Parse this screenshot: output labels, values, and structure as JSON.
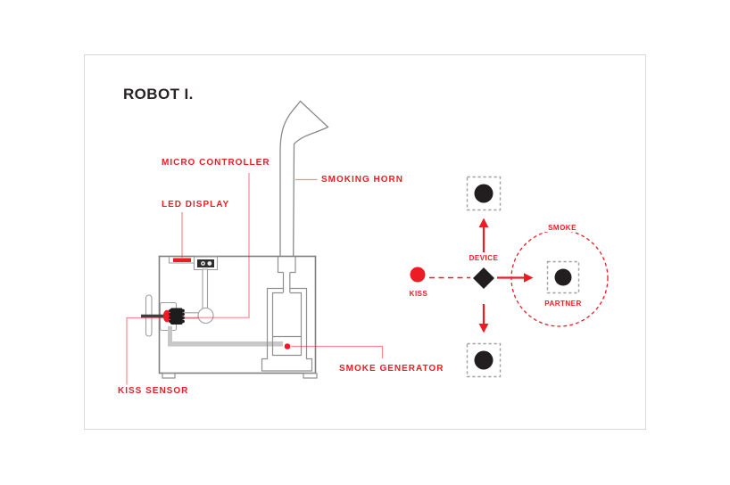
{
  "title": "ROBOT I.",
  "colors": {
    "red": "#ed1c24",
    "leader_red": "rgba(237,28,36,0.5)",
    "ink": "#272223",
    "black_node": "#221e1f",
    "line_gray": "#8f8f8f",
    "light_gray": "#a0a0a0",
    "tube_gray": "#c7c7c7",
    "frame_gray": "#d9d9d9"
  },
  "callouts": {
    "micro_controller": "MICRO CONTROLLER",
    "led_display": "LED DISPLAY",
    "smoking_horn": "SMOKING HORN",
    "smoke_generator": "SMOKE GENERATOR",
    "kiss_sensor": "KISS SENSOR"
  },
  "flow_diagram": {
    "kiss": "KISS",
    "device": "DEVICE",
    "smoke": "SMOKE",
    "partner": "PARTNER"
  }
}
